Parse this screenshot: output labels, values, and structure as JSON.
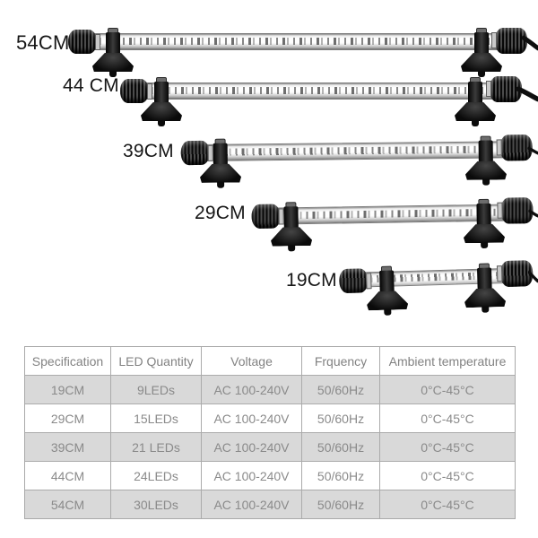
{
  "product_display": {
    "bars": [
      {
        "label": "54CM"
      },
      {
        "label": "44 CM"
      },
      {
        "label": "39CM"
      },
      {
        "label": "29CM"
      },
      {
        "label": "19CM"
      }
    ],
    "icons": {
      "end_cap": "black knurled cylinder cap",
      "suction_cup": "black suction cup mount",
      "power_cable": "black power cord",
      "led_strip": "row of LED chips inside clear tube"
    }
  },
  "spec_table": {
    "columns": [
      "Specification",
      "LED Quantity",
      "Voltage",
      "Frquency",
      "Ambient temperature"
    ],
    "rows": [
      {
        "specification": "19CM",
        "led_quantity": "9LEDs",
        "voltage": "AC 100-240V",
        "frequency": "50/60Hz",
        "ambient_temperature": "0°C-45°C"
      },
      {
        "specification": "29CM",
        "led_quantity": "15LEDs",
        "voltage": "AC 100-240V",
        "frequency": "50/60Hz",
        "ambient_temperature": "0°C-45°C"
      },
      {
        "specification": "39CM",
        "led_quantity": "21 LEDs",
        "voltage": "AC 100-240V",
        "frequency": "50/60Hz",
        "ambient_temperature": "0°C-45°C"
      },
      {
        "specification": "44CM",
        "led_quantity": "24LEDs",
        "voltage": "AC 100-240V",
        "frequency": "50/60Hz",
        "ambient_temperature": "0°C-45°C"
      },
      {
        "specification": "54CM",
        "led_quantity": "30LEDs",
        "voltage": "AC 100-240V",
        "frequency": "50/60Hz",
        "ambient_temperature": "0°C-45°C"
      }
    ]
  },
  "colors": {
    "background": "#ffffff",
    "label_text": "#161616",
    "table_text": "#8a8a8a",
    "table_border": "#ababab",
    "table_alt_row": "#d9d9d9",
    "hardware_black": "#0e0e0e"
  }
}
